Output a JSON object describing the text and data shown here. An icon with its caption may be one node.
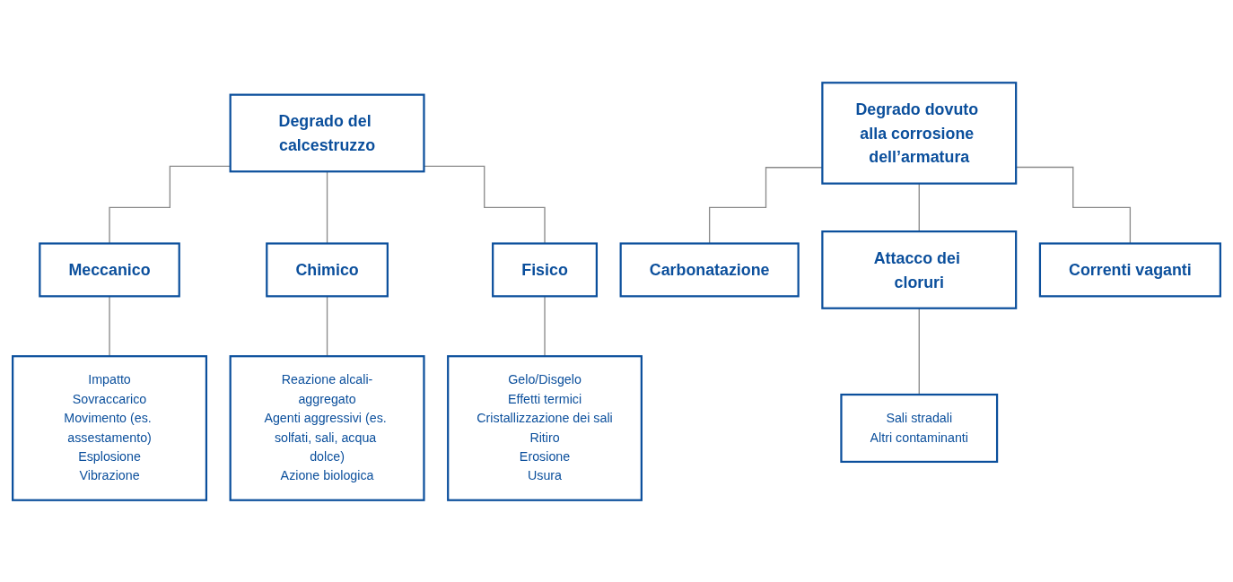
{
  "diagram": {
    "nodes": [
      {
        "text": [
          "Degrado del calcestruzzo"
        ]
      },
      {
        "text": [
          "Degrado dovuto alla corrosione dell’armatura"
        ]
      },
      {
        "text": [
          "Meccanico"
        ]
      },
      {
        "text": [
          "Chimico"
        ]
      },
      {
        "text": [
          "Fisico"
        ]
      },
      {
        "text": [
          "Carbonatazione"
        ]
      },
      {
        "text": [
          "Attacco dei cloruri"
        ]
      },
      {
        "text": [
          "Correnti vaganti"
        ]
      },
      {
        "text": [
          "Impatto",
          "Sovraccarico",
          "Movimento (es. assestamento)",
          "Esplosione",
          "Vibrazione"
        ]
      },
      {
        "text": [
          "Reazione alcali-aggregato",
          "Agenti aggressivi (es. solfati, sali, acqua dolce)",
          "Azione biologica"
        ]
      },
      {
        "text": [
          "Gelo/Disgelo",
          "Effetti termici",
          "Cristallizzazione dei sali",
          "Ritiro",
          "Erosione",
          "Usura"
        ]
      },
      {
        "text": [
          "Sali stradali",
          "Altri contaminanti"
        ]
      }
    ],
    "edges": [
      {
        "from": 0,
        "to": 2,
        "arrow": "none"
      },
      {
        "from": 0,
        "to": 3,
        "arrow": "none"
      },
      {
        "from": 0,
        "to": 4,
        "arrow": "none"
      },
      {
        "from": 1,
        "to": 5,
        "arrow": "none"
      },
      {
        "from": 1,
        "to": 6,
        "arrow": "none"
      },
      {
        "from": 1,
        "to": 7,
        "arrow": "none"
      },
      {
        "from": 2,
        "to": 8,
        "arrow": "none"
      },
      {
        "from": 3,
        "to": 9,
        "arrow": "none"
      },
      {
        "from": 4,
        "to": 10,
        "arrow": "none"
      },
      {
        "from": 6,
        "to": 11,
        "arrow": "none"
      }
    ]
  }
}
